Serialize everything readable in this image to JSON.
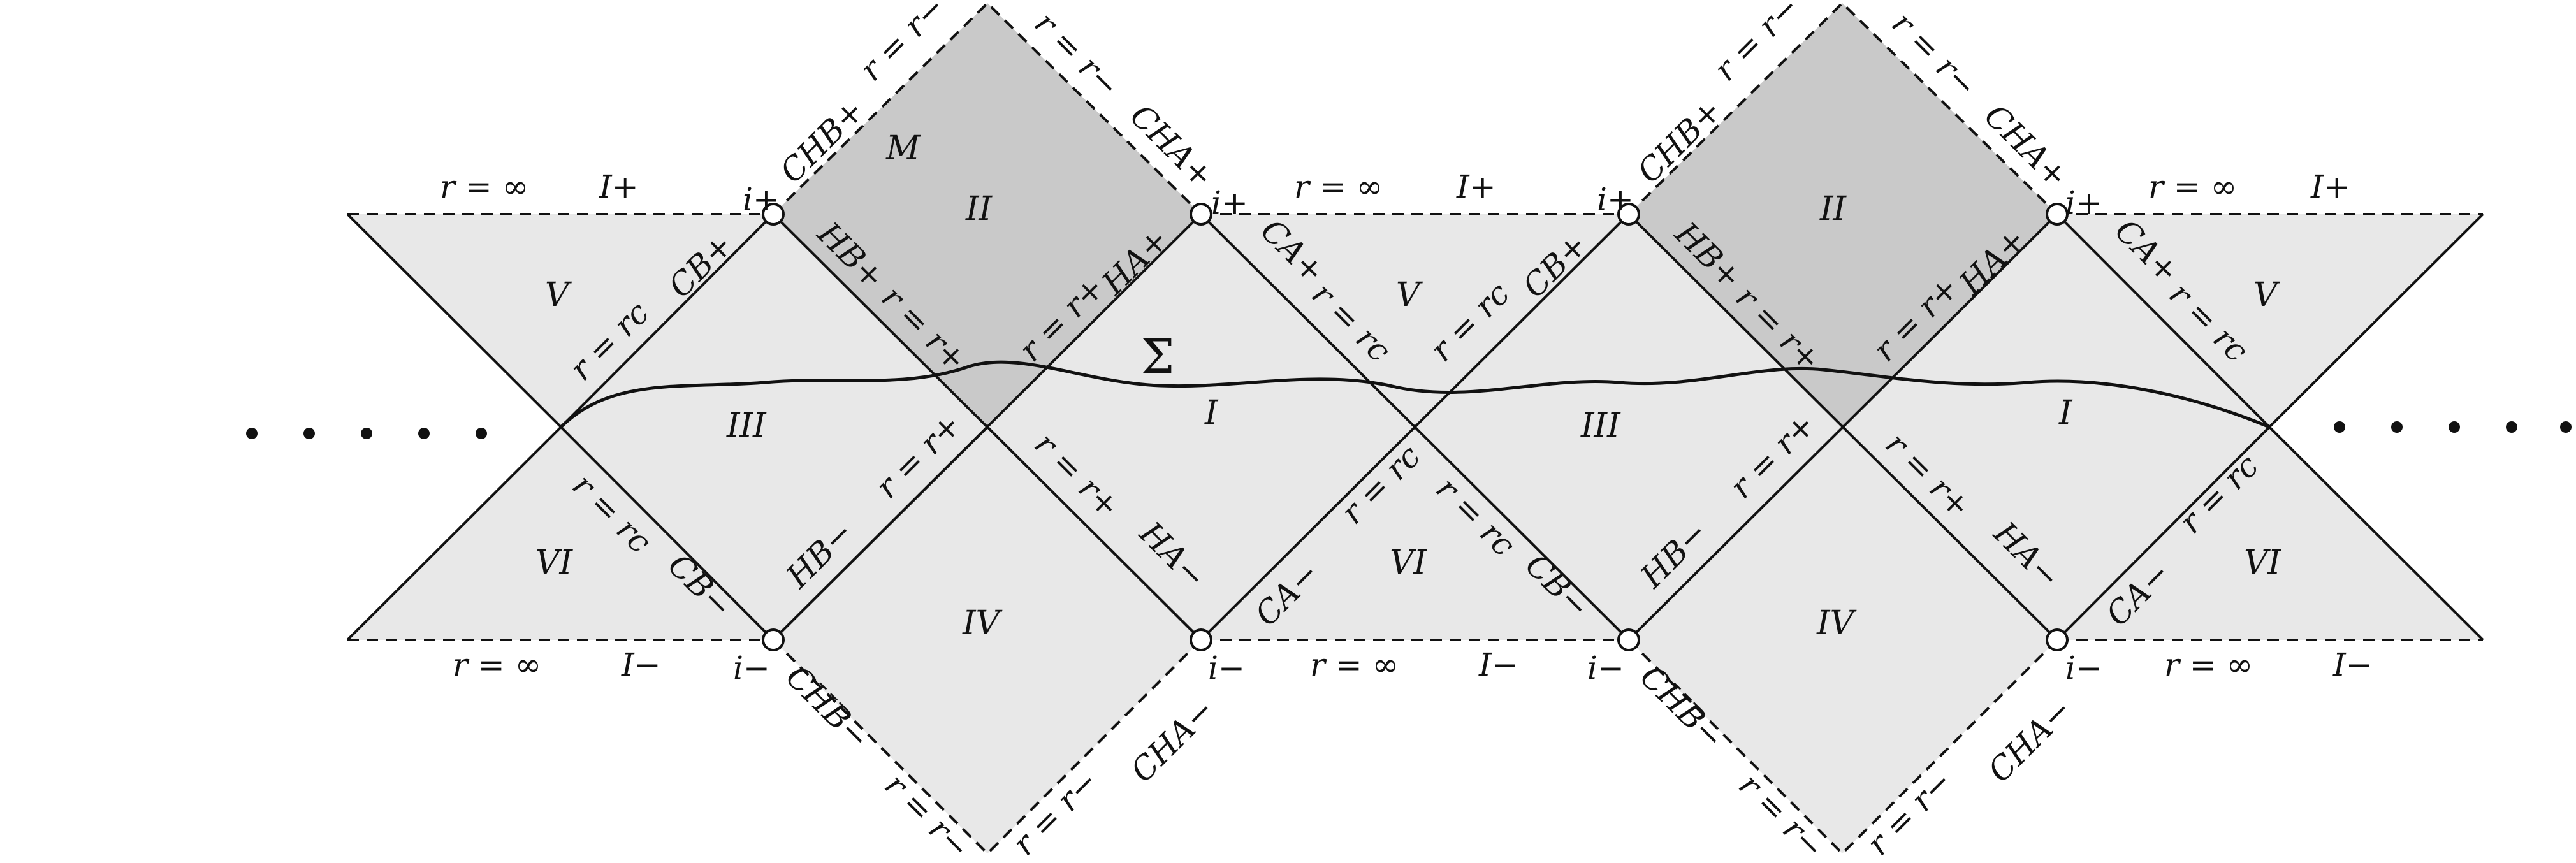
{
  "colors": {
    "background": "#ffffff",
    "light_region": "#e8e8e8",
    "dark_region": "#c9c9c9",
    "line": "#111111"
  },
  "regions": {
    "I": "I",
    "II": "II",
    "III": "III",
    "IV": "IV",
    "V": "V",
    "VI": "VI",
    "M": "M"
  },
  "infinity": {
    "r_inf": "r = ∞",
    "scri_plus": "I+",
    "scri_minus": "I−",
    "i_plus": "i+",
    "i_minus": "i−"
  },
  "horizons": {
    "r_rc": "r = rc",
    "r_rplus": "r = r+",
    "r_rminus": "r = r−",
    "HB_plus": "HB+",
    "HA_plus": "HA+",
    "HB_minus": "HB−",
    "HA_minus": "HA−",
    "CB_plus": "CB+",
    "CA_plus": "CA+",
    "CB_minus": "CB−",
    "CA_minus": "CA−",
    "CHB_plus": "CHB+",
    "CHA_plus": "CHA+",
    "CHB_minus": "CHB−",
    "CHA_minus": "CHA−"
  },
  "surface": {
    "sigma": "Σ"
  },
  "ellipsis": {
    "left": "• • • • • •",
    "right": "• • • • • •"
  }
}
